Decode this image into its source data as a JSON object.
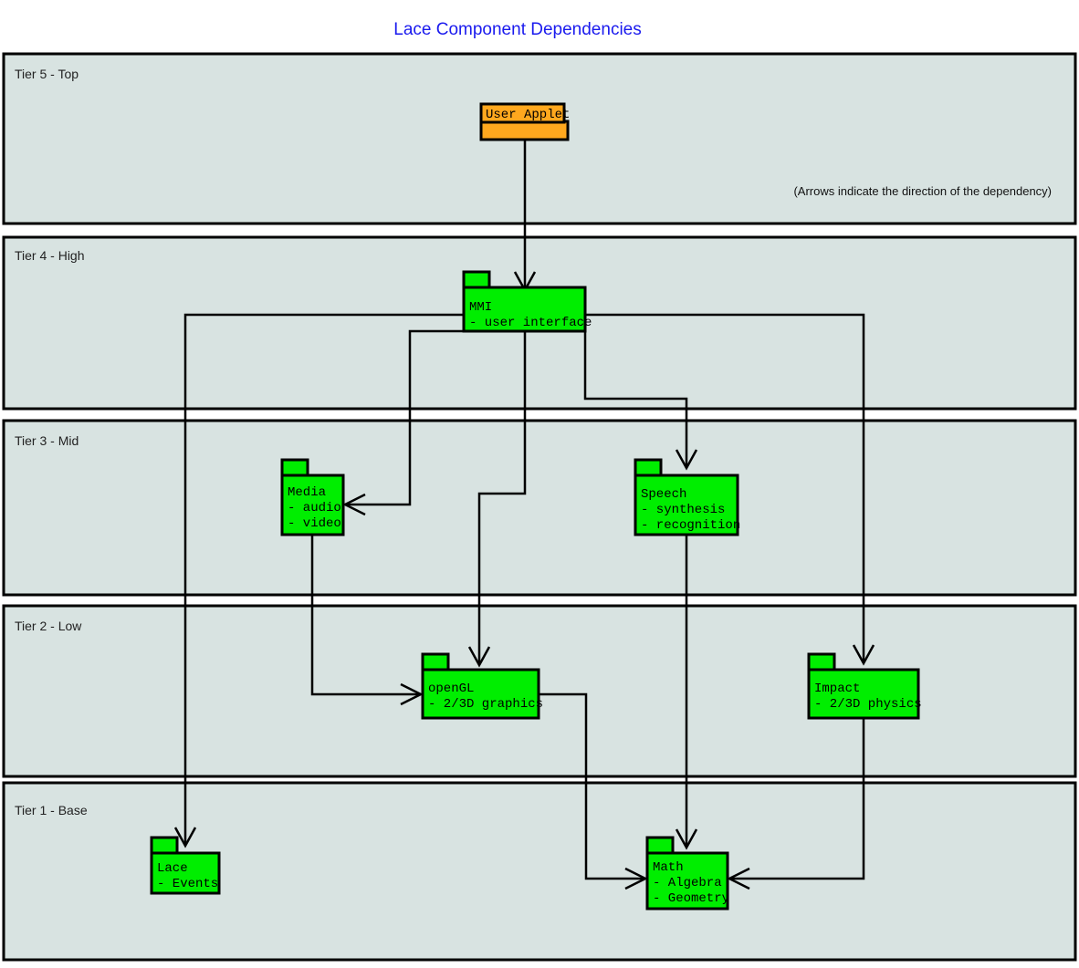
{
  "title": "Lace Component Dependencies",
  "note": "(Arrows indicate the direction of the dependency)",
  "colors": {
    "title": "#1a1aee",
    "tier_fill": "#d8e3e1",
    "tier_stroke": "#000000",
    "package_green": "#00ee00",
    "package_orange": "#ffa81e",
    "line": "#000000",
    "label": "#222222"
  },
  "tiers": [
    {
      "id": "tier5",
      "label": "Tier 5 - Top"
    },
    {
      "id": "tier4",
      "label": "Tier 4 - High"
    },
    {
      "id": "tier3",
      "label": "Tier 3 - Mid"
    },
    {
      "id": "tier2",
      "label": "Tier 2 - Low"
    },
    {
      "id": "tier1",
      "label": "Tier 1 - Base"
    }
  ],
  "packages": [
    {
      "id": "user_applet",
      "tier": "tier5",
      "name": "User Applet",
      "items": [],
      "color": "orange"
    },
    {
      "id": "mmi",
      "tier": "tier4",
      "name": "MMI",
      "items": [
        "- user interface"
      ],
      "color": "green"
    },
    {
      "id": "media",
      "tier": "tier3",
      "name": "Media",
      "items": [
        "- audio",
        "- video"
      ],
      "color": "green"
    },
    {
      "id": "speech",
      "tier": "tier3",
      "name": "Speech",
      "items": [
        "- synthesis",
        "- recognition"
      ],
      "color": "green"
    },
    {
      "id": "opengl",
      "tier": "tier2",
      "name": "openGL",
      "items": [
        "- 2/3D graphics"
      ],
      "color": "green"
    },
    {
      "id": "impact",
      "tier": "tier2",
      "name": "Impact",
      "items": [
        "- 2/3D physics"
      ],
      "color": "green"
    },
    {
      "id": "lace",
      "tier": "tier1",
      "name": "Lace",
      "items": [
        "- Events"
      ],
      "color": "green"
    },
    {
      "id": "math",
      "tier": "tier1",
      "name": "Math",
      "items": [
        "- Algebra",
        "- Geometry"
      ],
      "color": "green"
    }
  ],
  "dependencies": [
    {
      "from": "user_applet",
      "to": "mmi"
    },
    {
      "from": "mmi",
      "to": "media"
    },
    {
      "from": "mmi",
      "to": "speech"
    },
    {
      "from": "mmi",
      "to": "opengl"
    },
    {
      "from": "mmi",
      "to": "impact"
    },
    {
      "from": "mmi",
      "to": "lace"
    },
    {
      "from": "media",
      "to": "opengl"
    },
    {
      "from": "speech",
      "to": "math"
    },
    {
      "from": "opengl",
      "to": "math"
    },
    {
      "from": "impact",
      "to": "math"
    }
  ]
}
